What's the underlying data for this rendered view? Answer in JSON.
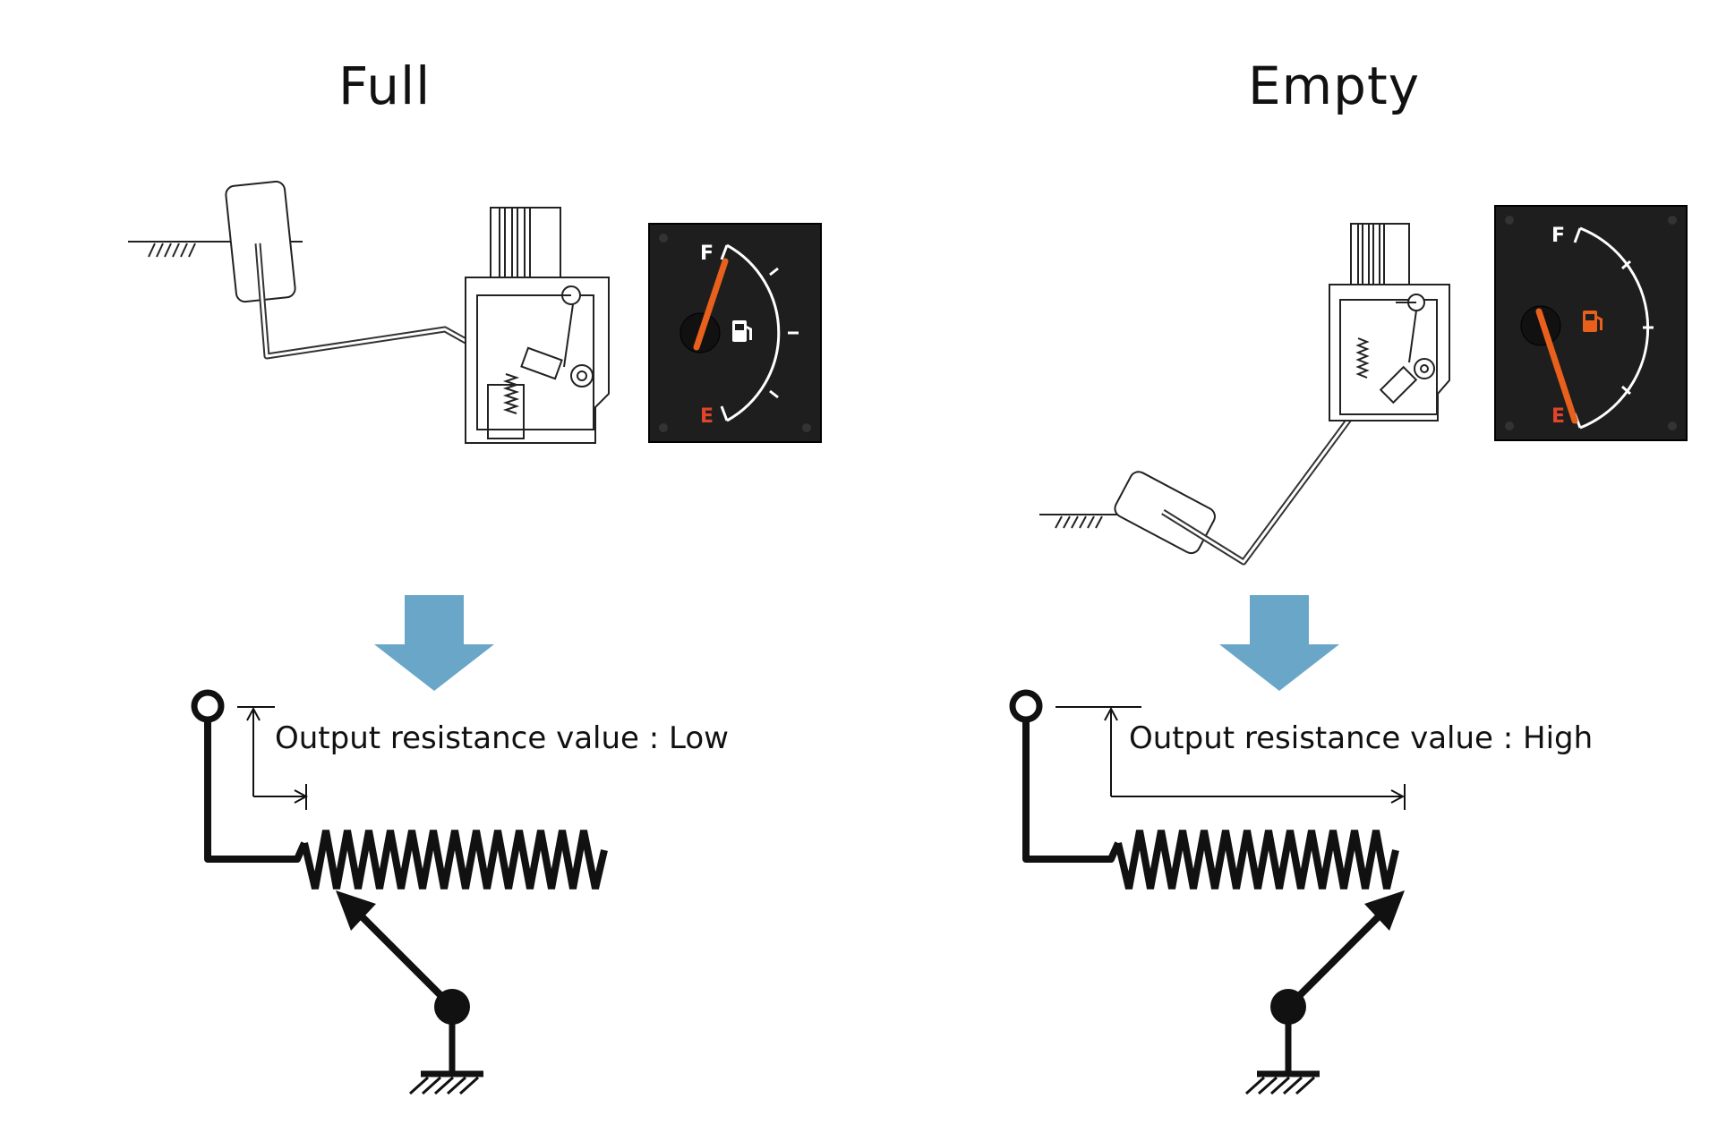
{
  "panels": [
    {
      "id": "full",
      "title": "Full",
      "gauge": {
        "full_mark": "F",
        "empty_mark": "E",
        "fuel_level": 1.0
      },
      "arrow_color": "#6aa6c8",
      "resistance_label": "Output resistance value : Low"
    },
    {
      "id": "empty",
      "title": "Empty",
      "gauge": {
        "full_mark": "F",
        "empty_mark": "E",
        "fuel_level": 0.0
      },
      "arrow_color": "#6aa6c8",
      "resistance_label": "Output resistance value : High"
    }
  ],
  "colors": {
    "needle": "#e8601c",
    "gauge_face": "#1e1e1e",
    "empty_mark": "#e0452b",
    "arrow": "#6aa6c8"
  },
  "icons": [
    "fuel-pump-icon",
    "ground-icon",
    "float-icon",
    "down-arrow-icon"
  ]
}
